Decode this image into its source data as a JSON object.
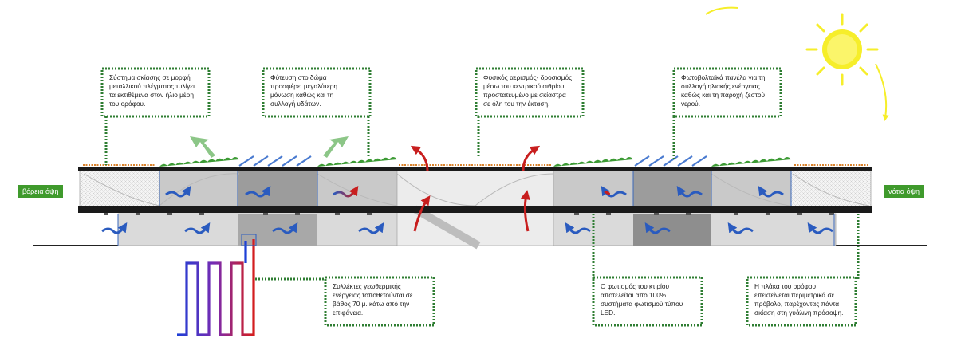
{
  "labels": {
    "north": "βόρεια όψη",
    "south": "νότια όψη"
  },
  "notes": {
    "shading": "Σύστημα σκίασης σε μορφή\nμεταλλικού πλέγματος τυλίγει\nτα εκτιθέμενα στον ήλιο μέρη\nτου ορόφου.",
    "planting": "Φύτευση στο δώμα\nπροσφέρει μεγαλύτερη\nμόνωση καθώς και τη\nσυλλογή υδάτων.",
    "ventilation": "Φυσικός αερισμός- δροσισμός\nμέσω του κεντρικού αιθρίου,\nπροστατευμένο με σκίαστρα\nσε όλη του την έκταση.",
    "photovoltaic": "Φωτοβολταϊκά πανέλα για τη\nσυλλογή ηλιακής ενέργειας\nκαθώς και τη παροχή ζεστού\nνερού.",
    "geothermal": "Συλλέκτες γεωθερμικής\nενέργειας τοποθετούνται σε\nβάθος 70 μ. κάτω από την\nεπιφάνεια.",
    "lighting": "Ο φωτισμός του κτιρίου\nαποτελείται απο 100%\nσυστήματα φωτισμού τύπου\nLED.",
    "slab": "Η πλάκα του ορόφου\nεπεκτείνεται περιμετρικά σε\nπρόβολο, παρέχοντας πάντα\nσκίαση στη γυάλινη πρόσοψη."
  },
  "colors": {
    "callout": "#2e7d32",
    "green_roof": "#3d9b35",
    "sun": "#f6ee2a",
    "air_blue": "#2a5bbf",
    "air_red": "#c81e1e",
    "label_bg": "#3f9a2c"
  }
}
